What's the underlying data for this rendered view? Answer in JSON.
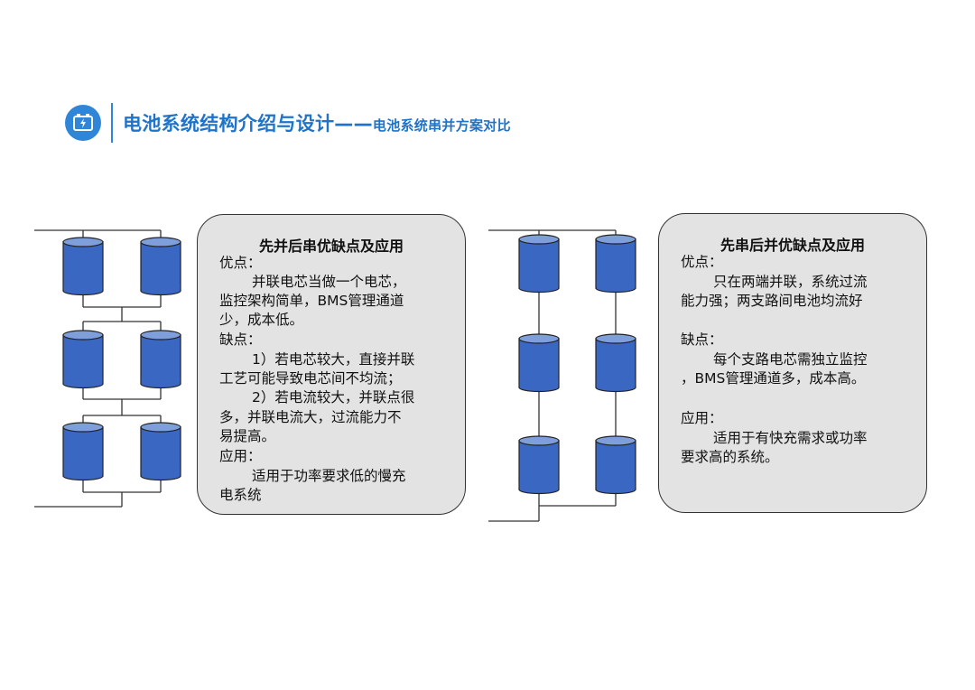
{
  "header": {
    "title": "电池系统结构介绍与设计——",
    "subtitle": "电池系统串并方案对比",
    "icon": "battery-icon",
    "accent_color": "#1f73c8"
  },
  "colors": {
    "cell_body": "#3a67c2",
    "cell_top": "#7f9fdc",
    "panel_bg": "#e3e3e3"
  },
  "left_panel": {
    "heading": "先并后串优缺点及应用",
    "lines": [
      "优点：",
      "并联电芯当做一个电芯，",
      "监控架构简单，BMS管理通道",
      "少，成本低。",
      "缺点：",
      "1）若电芯较大，直接并联",
      "工艺可能导致电芯间不均流；",
      "2）若电流较大，并联点很",
      "多，并联电流大，过流能力不",
      "易提高。",
      "应用：",
      "适用于功率要求低的慢充",
      "电系统"
    ]
  },
  "right_panel": {
    "heading": "先串后并优缺点及应用",
    "lines": [
      "优点：",
      "只在两端并联，系统过流",
      "能力强；两支路间电池均流好",
      "",
      "缺点：",
      "每个支路电芯需独立监控",
      "，BMS管理通道多，成本高。",
      "",
      "应用：",
      "适用于有快充需求或功率",
      "要求高的系统。"
    ]
  }
}
